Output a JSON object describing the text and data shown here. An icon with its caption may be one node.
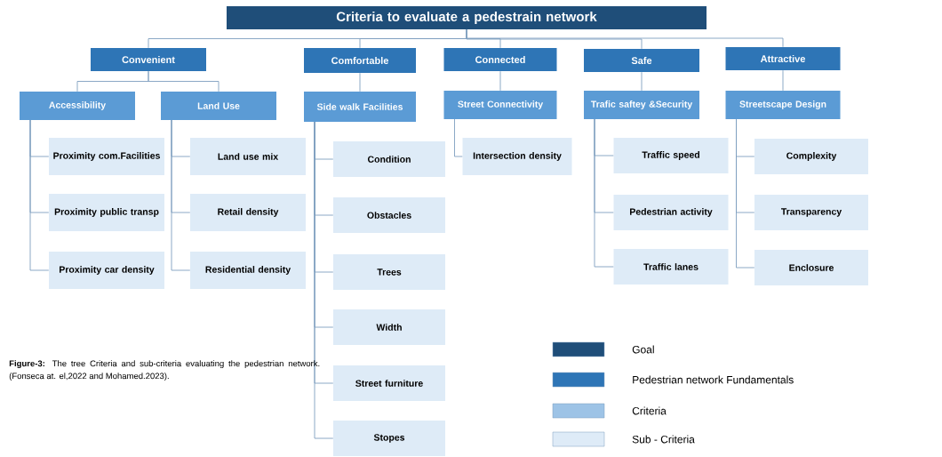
{
  "diagram": {
    "caption": "**Figure-3:** The tree Criteria and sub-criteria evaluating the pedestrian network. (Fonseca at. el,2022 and Mohamed.2023).",
    "nodes": [
      {
        "text": [
          "Criteria to evaluate a pedestrain network"
        ]
      },
      {
        "text": [
          "Convenient"
        ]
      },
      {
        "text": [
          "Comfortable"
        ]
      },
      {
        "text": [
          "Connected"
        ]
      },
      {
        "text": [
          "Safe"
        ]
      },
      {
        "text": [
          "Attractive"
        ]
      },
      {
        "text": [
          "Accessibility"
        ]
      },
      {
        "text": [
          "Land Use"
        ]
      },
      {
        "text": [
          "Side walk Facilities"
        ]
      },
      {
        "text": [
          "Street Connectivity"
        ]
      },
      {
        "text": [
          "Trafic saftey &Security"
        ]
      },
      {
        "text": [
          "Streetscape Design"
        ]
      },
      {
        "text": [
          "Proximity com.Facilities"
        ]
      },
      {
        "text": [
          "Proximity public transp"
        ]
      },
      {
        "text": [
          "Proximity car density"
        ]
      },
      {
        "text": [
          "Land use mix"
        ]
      },
      {
        "text": [
          "Retail density"
        ]
      },
      {
        "text": [
          "Residential density"
        ]
      },
      {
        "text": [
          "Condition"
        ]
      },
      {
        "text": [
          "Obstacles"
        ]
      },
      {
        "text": [
          "Trees"
        ]
      },
      {
        "text": [
          "Width"
        ]
      },
      {
        "text": [
          "Street furniture"
        ]
      },
      {
        "text": [
          "Stopes"
        ]
      },
      {
        "text": [
          "Intersection density"
        ]
      },
      {
        "text": [
          "Traffic speed"
        ]
      },
      {
        "text": [
          "Pedestrian activity"
        ]
      },
      {
        "text": [
          "Traffic lanes"
        ]
      },
      {
        "text": [
          "Complexity"
        ]
      },
      {
        "text": [
          "Transparency"
        ]
      },
      {
        "text": [
          "Enclosure"
        ]
      }
    ],
    "edges": [
      {
        "from": 0,
        "to": 1,
        "arrow": "none"
      },
      {
        "from": 0,
        "to": 2,
        "arrow": "none"
      },
      {
        "from": 0,
        "to": 3,
        "arrow": "none"
      },
      {
        "from": 0,
        "to": 4,
        "arrow": "none"
      },
      {
        "from": 0,
        "to": 5,
        "arrow": "none"
      },
      {
        "from": 1,
        "to": 6,
        "arrow": "none"
      },
      {
        "from": 1,
        "to": 7,
        "arrow": "none"
      },
      {
        "from": 2,
        "to": 8,
        "arrow": "none"
      },
      {
        "from": 3,
        "to": 9,
        "arrow": "none"
      },
      {
        "from": 4,
        "to": 10,
        "arrow": "none"
      },
      {
        "from": 5,
        "to": 11,
        "arrow": "none"
      },
      {
        "from": 6,
        "to": 12,
        "arrow": "none"
      },
      {
        "from": 6,
        "to": 13,
        "arrow": "none"
      },
      {
        "from": 6,
        "to": 14,
        "arrow": "none"
      },
      {
        "from": 7,
        "to": 15,
        "arrow": "none"
      },
      {
        "from": 7,
        "to": 16,
        "arrow": "none"
      },
      {
        "from": 7,
        "to": 17,
        "arrow": "none"
      },
      {
        "from": 8,
        "to": 18,
        "arrow": "none"
      },
      {
        "from": 8,
        "to": 19,
        "arrow": "none"
      },
      {
        "from": 8,
        "to": 20,
        "arrow": "none"
      },
      {
        "from": 8,
        "to": 21,
        "arrow": "none"
      },
      {
        "from": 8,
        "to": 22,
        "arrow": "none"
      },
      {
        "from": 8,
        "to": 23,
        "arrow": "none"
      },
      {
        "from": 9,
        "to": 24,
        "arrow": "none"
      },
      {
        "from": 10,
        "to": 25,
        "arrow": "none"
      },
      {
        "from": 10,
        "to": 26,
        "arrow": "none"
      },
      {
        "from": 10,
        "to": 27,
        "arrow": "none"
      },
      {
        "from": 11,
        "to": 28,
        "arrow": "none"
      },
      {
        "from": 11,
        "to": 29,
        "arrow": "none"
      },
      {
        "from": 11,
        "to": 30,
        "arrow": "none"
      }
    ],
    "legend": [
      {
        "text": "Goal",
        "color": "#1f4e79"
      },
      {
        "text": "Pedestrian network Fundamentals",
        "color": "#2e75b6"
      },
      {
        "text": "Criteria",
        "color": "#9dc3e6"
      },
      {
        "text": "Sub - Criteria",
        "color": "#deebf7"
      }
    ]
  }
}
